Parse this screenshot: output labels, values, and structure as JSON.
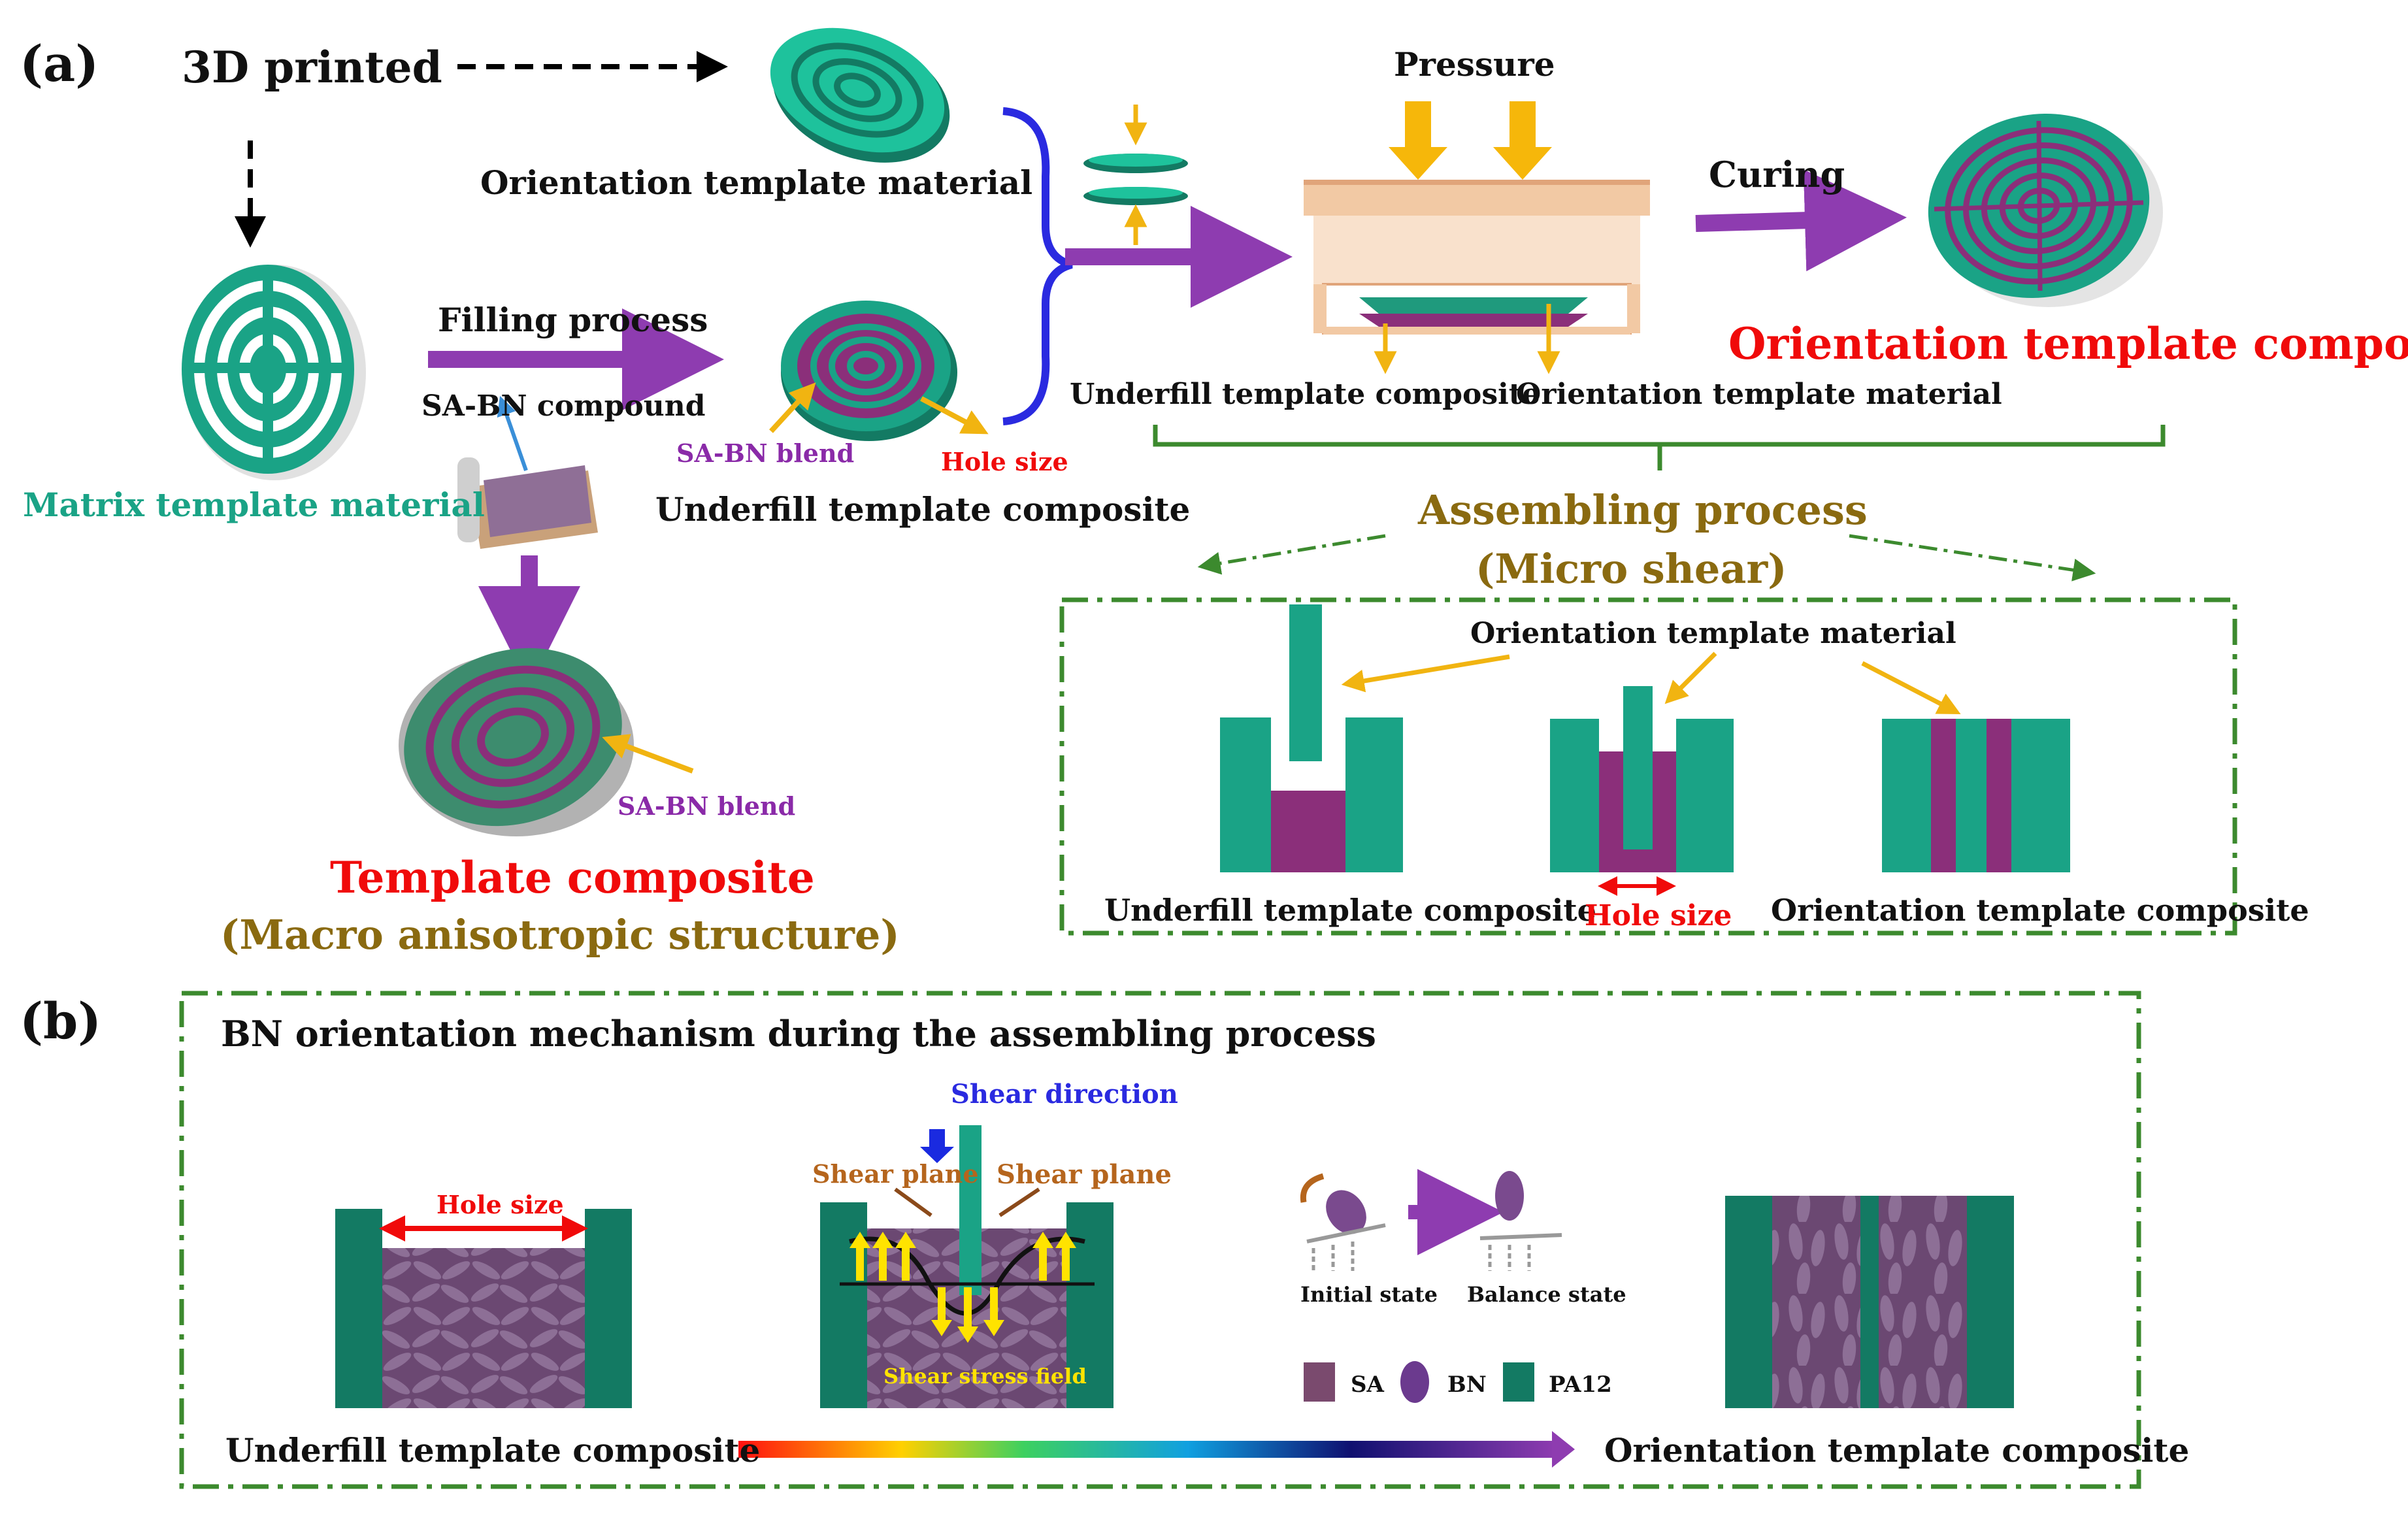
{
  "panel_a": {
    "tag": "(a)",
    "printed": "3D printed",
    "orientation_material": "Orientation template material",
    "matrix_material": "Matrix template material",
    "filling": "Filling process",
    "sabn_compound": "SA-BN compound",
    "sabn_blend": "SA-BN blend",
    "hole_size": "Hole size",
    "underfill": "Underfill  template composite",
    "pressure": "Pressure",
    "curing": "Curing",
    "orientation_composite": "Orientation template composite",
    "press_underfill": "Underfill  template composite",
    "press_orientation_material": "Orientation template material",
    "assembling": "Assembling process",
    "micro_shear": "(Micro shear)",
    "template_composite": "Template composite",
    "macro": "(Macro anisotropic structure)",
    "sabn_blend2": "SA-BN blend",
    "box_orientation_material": "Orientation template material",
    "box_underfill": "Underfill  template composite",
    "box_hole": "Hole size",
    "box_orientation_composite": "Orientation template composite"
  },
  "panel_b": {
    "tag": "(b)",
    "title": "BN orientation mechanism during the assembling process",
    "hole_size": "Hole size",
    "shear_direction": "Shear direction",
    "shear_plane_left": "Shear plane",
    "shear_plane_right": "Shear plane",
    "shear_field": "Shear stress field",
    "initial": "Initial state",
    "balance": "Balance state",
    "legend_sa": "SA",
    "legend_bn": "BN",
    "legend_pa": "PA12",
    "underfill": "Underfill  template composite",
    "orientation": "Orientation template composite"
  },
  "colors": {
    "teal": "#1aa386",
    "purple": "#8b2f7a",
    "arrow_purple": "#8e3cb0",
    "gold": "#f1b411",
    "green": "#3c8a2e",
    "red": "#f00a0a"
  }
}
